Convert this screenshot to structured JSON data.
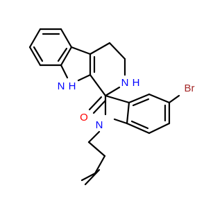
{
  "molecule": {
    "atoms": {
      "nh_indole": "N",
      "nh_indole_h": "H",
      "nh_amine": "N",
      "nh_amine_h": "H",
      "oxygen": "O",
      "n_oxindole": "N",
      "bromine": "Br"
    },
    "colors": {
      "nitrogen": "#0000ff",
      "oxygen": "#ff0000",
      "bromine": "#a52a2a",
      "bond": "#000000"
    }
  }
}
